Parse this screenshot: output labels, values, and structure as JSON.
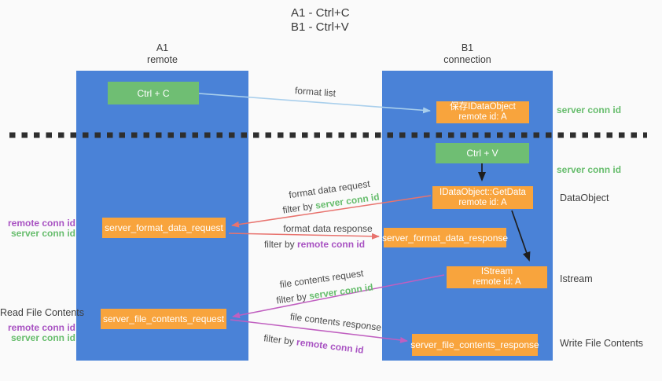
{
  "title": {
    "line1": "A1 - Ctrl+C",
    "line2": "B1 - Ctrl+V"
  },
  "lanes": {
    "a1": {
      "name": "A1",
      "subtitle": "remote"
    },
    "b1": {
      "name": "B1",
      "subtitle": "connection"
    }
  },
  "boxes": {
    "ctrl_c": {
      "label": "Ctrl + C"
    },
    "save_idataobject": {
      "line1": "保存IDataObject",
      "line2": "remote id: A"
    },
    "ctrl_v": {
      "label": "Ctrl + V"
    },
    "getdata": {
      "line1": "IDataObject::GetData",
      "line2": "remote id: A"
    },
    "format_request": {
      "label": "server_format_data_request"
    },
    "format_response": {
      "label": "server_format_data_response"
    },
    "istream": {
      "line1": "IStream",
      "line2": "remote id: A"
    },
    "file_request": {
      "label": "server_file_contents_request"
    },
    "file_response": {
      "label": "server_file_contents_response"
    }
  },
  "arrows": {
    "format_list": {
      "label": "format list"
    },
    "format_data_request": {
      "label": "format data request",
      "filter_prefix": "filter by",
      "filter_key": "server conn id"
    },
    "format_data_response": {
      "label": "format data response",
      "filter_prefix": "filter by",
      "filter_key": "remote conn id"
    },
    "file_contents_request": {
      "label": "file contents request",
      "filter_prefix": "filter by",
      "filter_key": "server conn id"
    },
    "file_contents_response": {
      "label": "file contents response",
      "filter_prefix": "filter by",
      "filter_key": "remote conn id"
    }
  },
  "annotations": {
    "right": {
      "server_conn_id_top": "server conn id",
      "server_conn_id_mid": "server conn id",
      "dataobject": "DataObject",
      "istream": "Istream",
      "write_file_contents": "Write File Contents"
    },
    "left": {
      "remote_conn_id_top": "remote conn id",
      "server_conn_id_top": "server conn id",
      "read_file_contents": "Read File Contents",
      "remote_conn_id_bottom": "remote conn id",
      "server_conn_id_bottom": "server conn id"
    }
  },
  "colors": {
    "lane_blue": "#4a82d7",
    "box_green": "#6fbe73",
    "box_orange": "#f8a43d",
    "arrow_red": "#e8736e",
    "arrow_magenta": "#c05fc0",
    "arrow_light_blue": "#a9cfec",
    "arrow_black": "#1e1e1e",
    "label_green": "#67bd6d",
    "label_purple": "#a852c2",
    "divider_black": "#2e2e2e"
  }
}
